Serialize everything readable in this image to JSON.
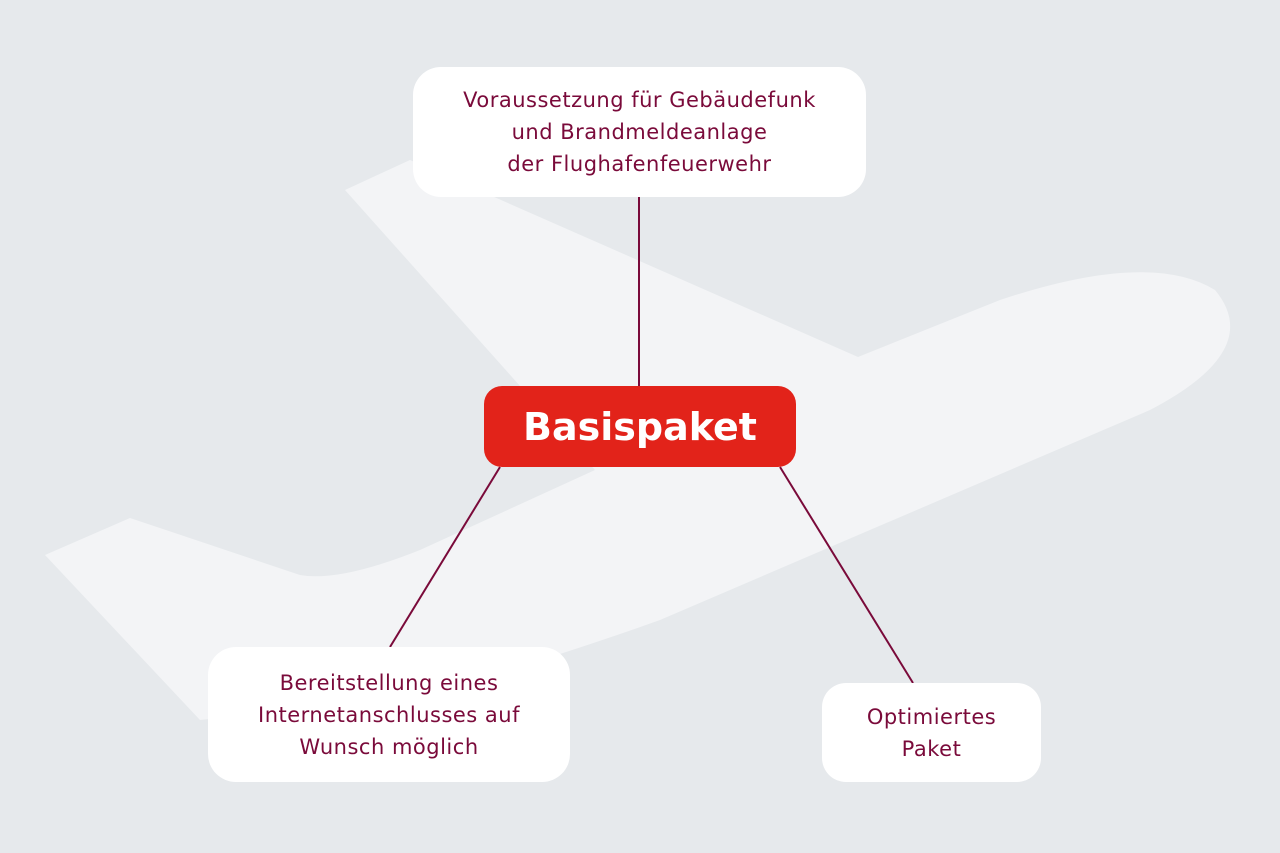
{
  "center": {
    "label": "Basispaket"
  },
  "nodes": [
    {
      "lines": [
        "Voraussetzung für Gebäudefunk",
        "und Brandmeldeanlage",
        "der Flughafenfeuerwehr"
      ]
    },
    {
      "lines": [
        "Bereitstellung eines",
        "Internetanschlusses auf",
        "Wunsch möglich"
      ]
    },
    {
      "lines": [
        "Optimiertes",
        "Paket"
      ]
    }
  ],
  "colors": {
    "accent": "#e2231a",
    "text": "#7a0a3a",
    "background": "#e6e9ec"
  }
}
